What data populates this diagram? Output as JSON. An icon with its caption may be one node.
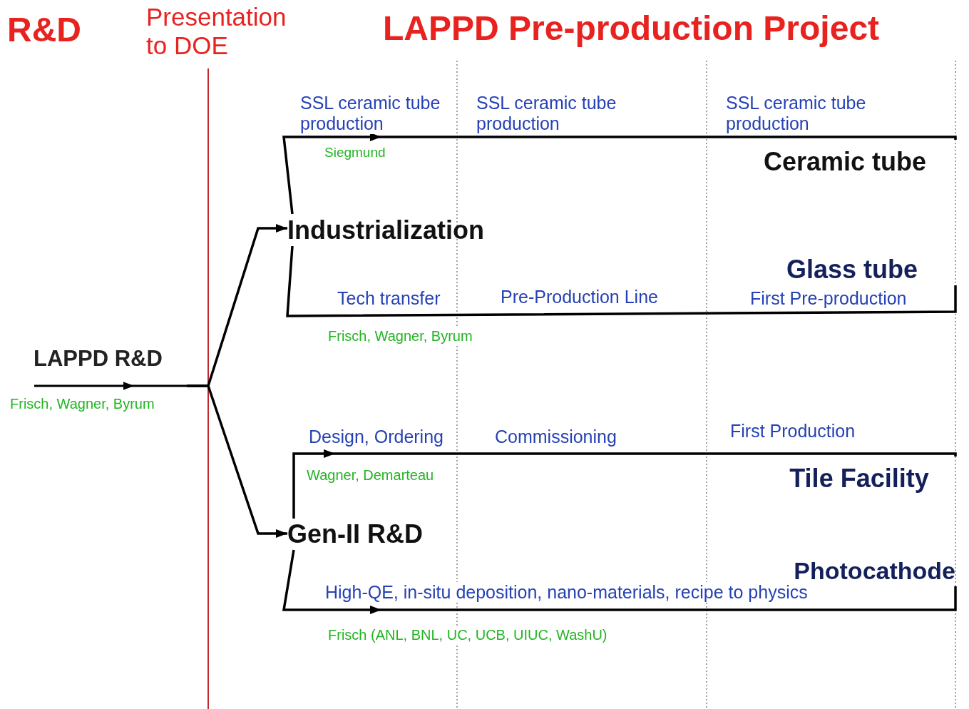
{
  "diagram": {
    "title": "LAPPD Pre-production Project",
    "nodes": [
      {
        "text": [
          "LAPPD R&D"
        ],
        "beside": [
          "Frisch, Wagner, Byrum"
        ]
      },
      {
        "text": [
          "Industrialization"
        ]
      },
      {
        "text": [
          "Gen-II R&D"
        ]
      },
      {
        "text": [
          "Ceramic tube"
        ]
      },
      {
        "text": [
          "Glass tube"
        ]
      },
      {
        "text": [
          "Tile Facility"
        ]
      },
      {
        "text": [
          "Photocathode"
        ]
      }
    ],
    "edges": [
      {
        "from": 0,
        "to": 1,
        "arrow": "to"
      },
      {
        "from": 0,
        "to": 2,
        "arrow": "to"
      },
      {
        "from": 1,
        "to": 3,
        "arrow": "to"
      },
      {
        "from": 1,
        "to": 4,
        "arrow": "none"
      },
      {
        "from": 2,
        "to": 5,
        "arrow": "to"
      },
      {
        "from": 2,
        "to": 6,
        "arrow": "to"
      }
    ],
    "labels": [
      "R&D",
      "Presentation to DOE",
      "SSL ceramic tube production",
      "SSL ceramic tube production",
      "SSL ceramic tube production",
      "Siegmund",
      "Tech transfer",
      "Pre-Production Line",
      "First Pre-production",
      "Frisch, Wagner, Byrum",
      "Design, Ordering",
      "Commissioning",
      "First Production",
      "Wagner, Demarteau",
      "High-QE, in-situ deposition, nano-materials, recipe to physics",
      "Frisch (ANL, BNL, UC, UCB, UIUC, WashU)"
    ]
  }
}
